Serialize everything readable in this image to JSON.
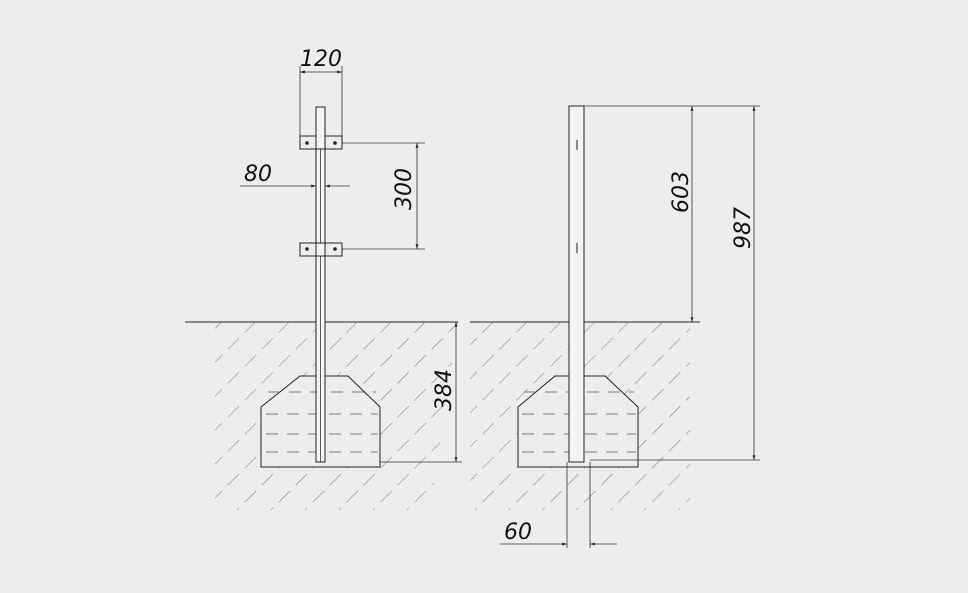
{
  "dimensions": {
    "plate_width": "120",
    "post_width": "80",
    "plate_spacing": "300",
    "embed_depth": "384",
    "above_ground": "603",
    "total_height": "987",
    "pipe_diameter": "60"
  },
  "colors": {
    "background": "#ededed",
    "line": "#222222",
    "hatch": "#555555"
  }
}
